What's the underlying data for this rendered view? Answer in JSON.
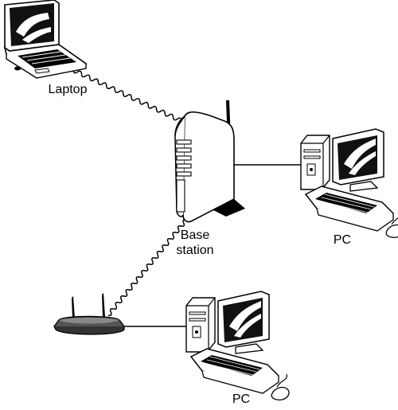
{
  "labels": {
    "laptop": "Laptop",
    "base_station_line1": "Base",
    "base_station_line2": "station",
    "pc_top": "PC",
    "pc_bottom": "PC"
  },
  "icons": [
    "laptop-icon",
    "base-station-icon",
    "desktop-pc-icon",
    "wireless-adapter-icon"
  ],
  "colors": {
    "stroke": "#000000",
    "screen": "#111111",
    "body": "#ffffff",
    "shade": "#d9d9d9"
  }
}
